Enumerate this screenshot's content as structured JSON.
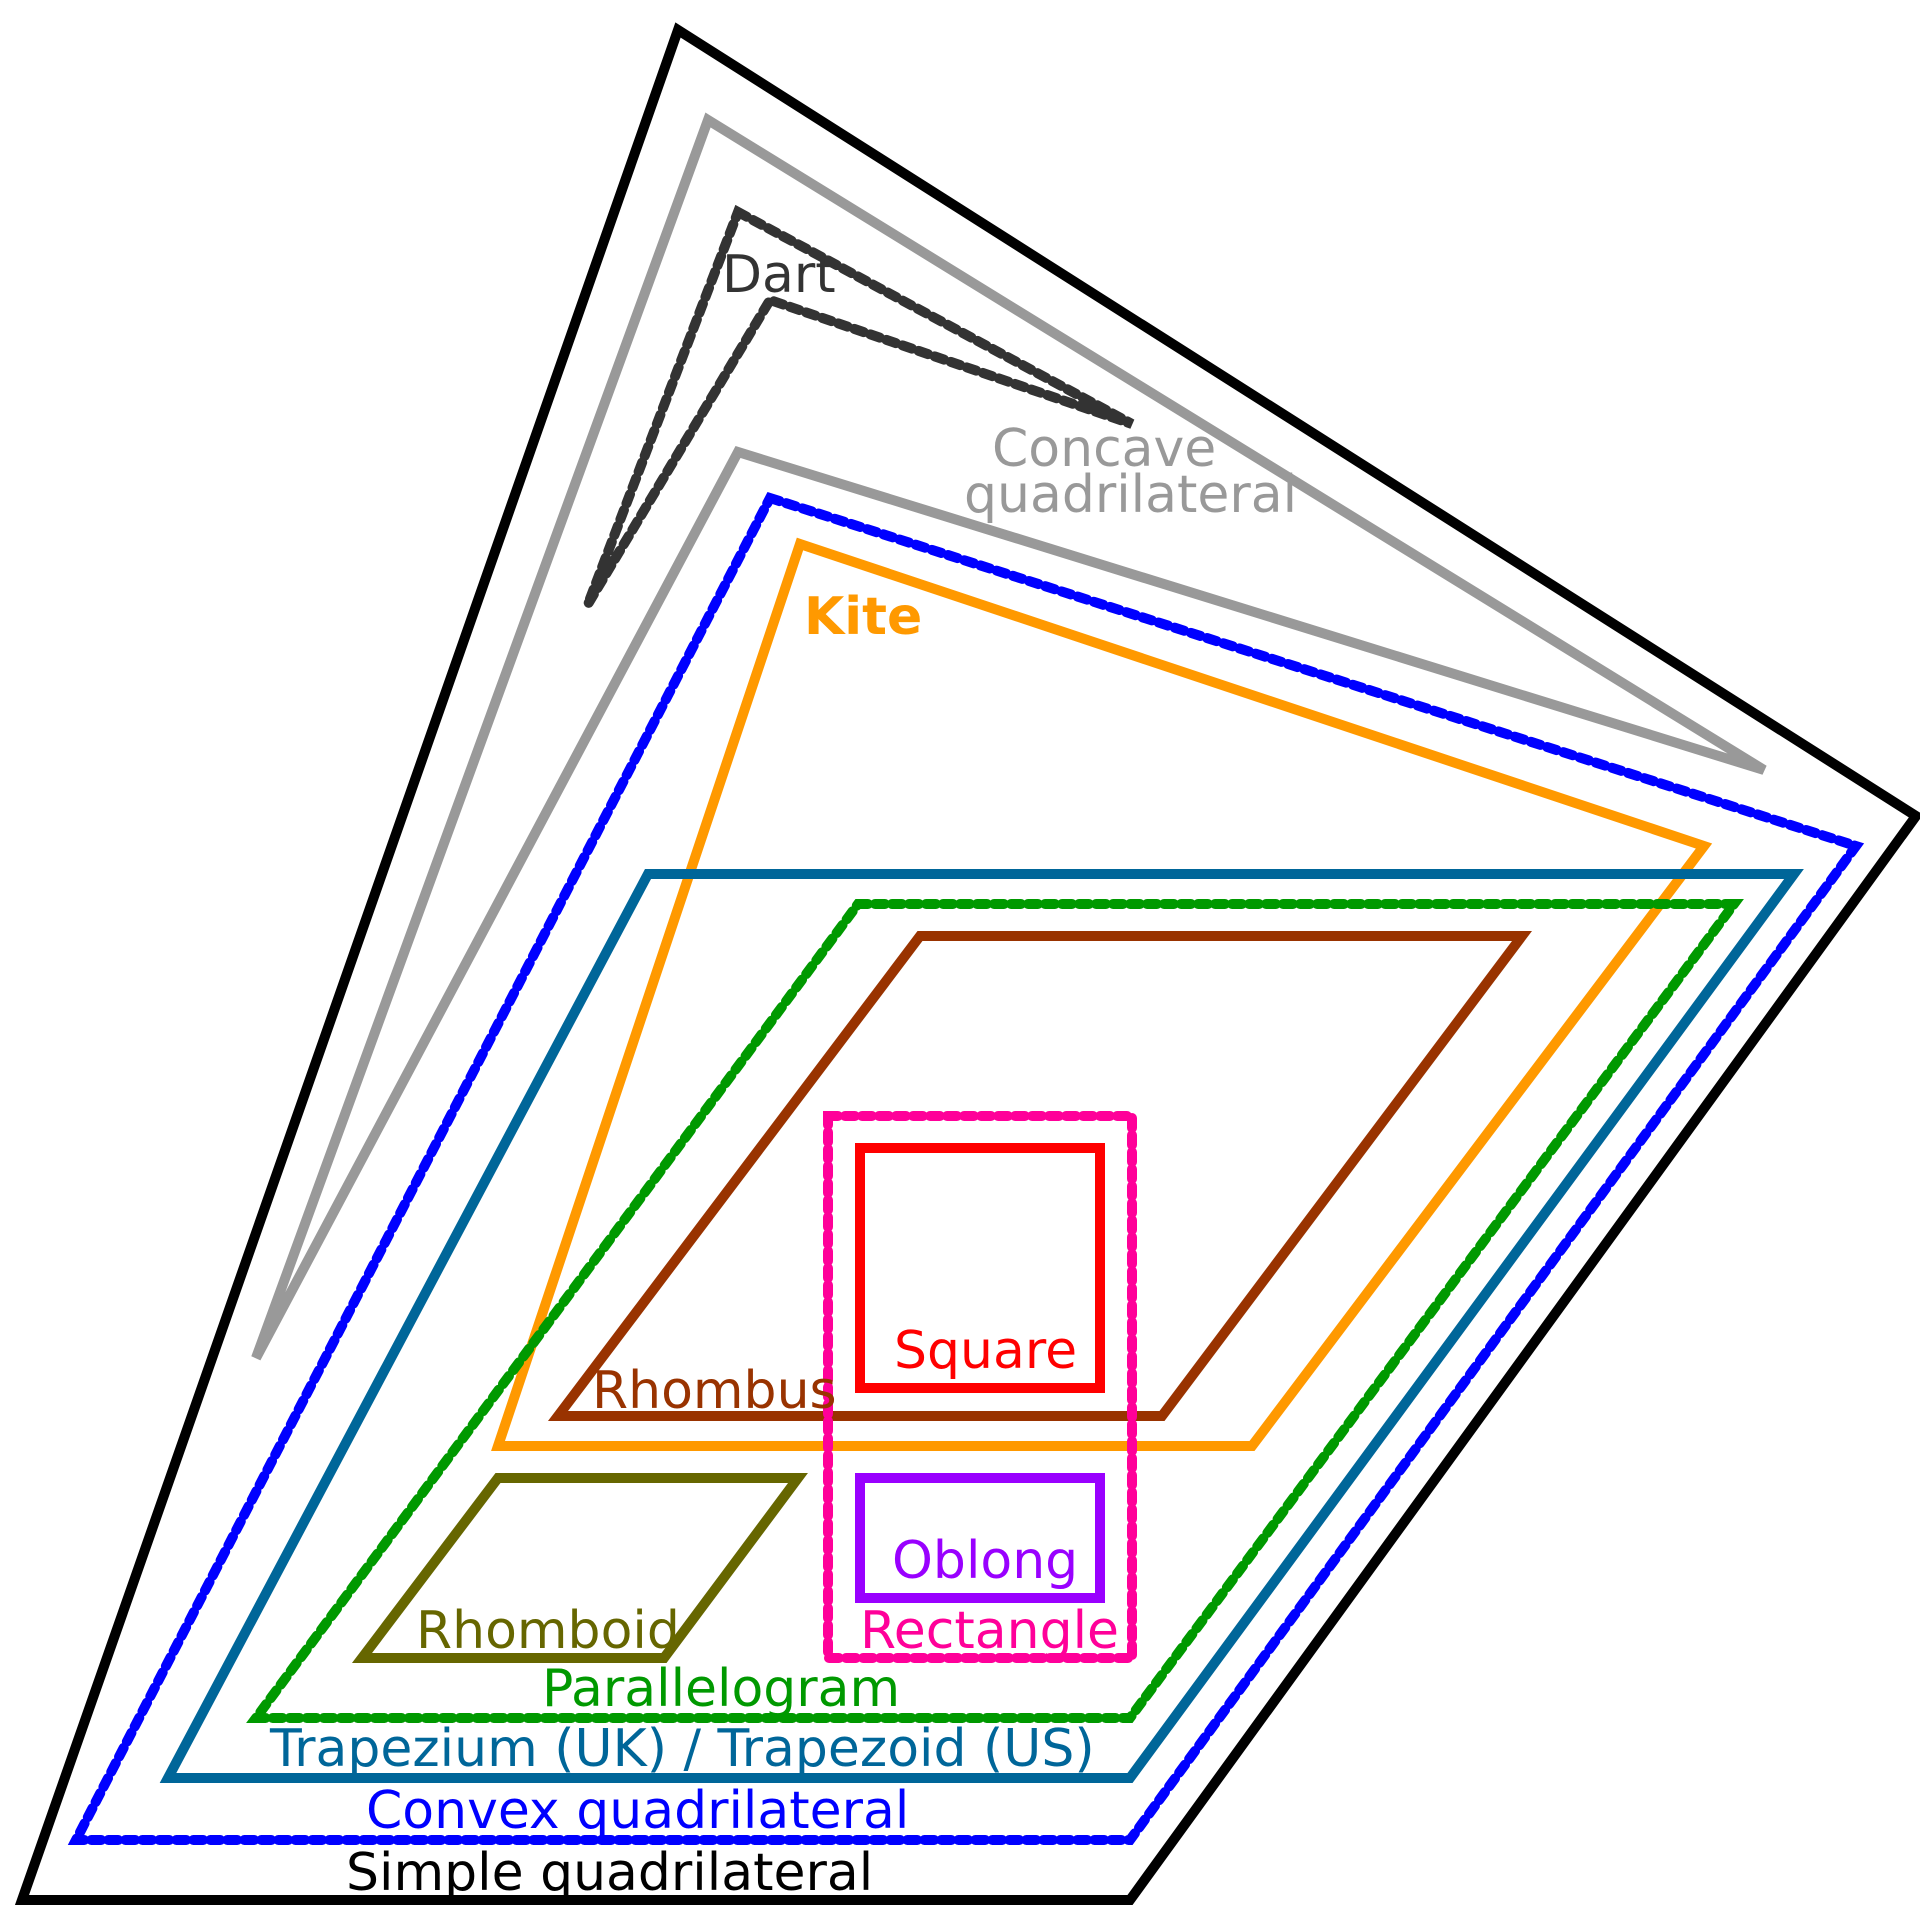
{
  "diagram": {
    "simple_quadrilateral": {
      "label": "Simple quadrilateral",
      "color": "#000000"
    },
    "concave_quadrilateral": {
      "label_line1": "Concave",
      "label_line2": "quadrilateral",
      "color": "#999999"
    },
    "dart": {
      "label": "Dart",
      "color": "#333333"
    },
    "convex_quadrilateral": {
      "label": "Convex quadrilateral",
      "color": "#0000ff"
    },
    "kite": {
      "label": "Kite",
      "color": "#ff9900"
    },
    "trapezium": {
      "label": "Trapezium (UK) / Trapezoid (US)",
      "color": "#006699"
    },
    "parallelogram": {
      "label": "Parallelogram",
      "color": "#009900"
    },
    "rhombus": {
      "label": "Rhombus",
      "color": "#993300"
    },
    "rectangle": {
      "label": "Rectangle",
      "color": "#ff0099"
    },
    "square": {
      "label": "Square",
      "color": "#ff0000"
    },
    "oblong": {
      "label": "Oblong",
      "color": "#9900ff"
    },
    "rhomboid": {
      "label": "Rhomboid",
      "color": "#666600"
    }
  }
}
